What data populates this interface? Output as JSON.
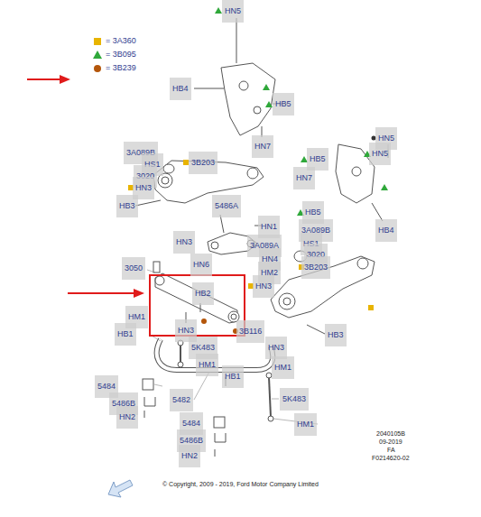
{
  "diagram": {
    "labels": [
      "HN5",
      "HB4",
      "HB5",
      "HN7",
      "3A089B",
      "HS1",
      "3020",
      "3B203",
      "HN5",
      "HN5",
      "HB5",
      "HN7",
      "HN3",
      "HB3",
      "5486A",
      "HB5",
      "HN1",
      "3A089B",
      "HB4",
      "HS1",
      "HN3",
      "3A089A",
      "3020",
      "HN4",
      "HN6",
      "3B203",
      "3050",
      "HM2",
      "HN3",
      "HB2",
      "HM1",
      "HB1",
      "HN3",
      "3B116",
      "HB3",
      "5K483",
      "HN3",
      "HM1",
      "HB1",
      "HM1",
      "5484",
      "5482",
      "5K483",
      "5486B",
      "HN2",
      "5484",
      "HM1",
      "2040105B",
      "09-2019",
      "FA",
      "5486B",
      "F0214620-02",
      "HN2",
      "© Copyright, 2009 - 2019, Ford Motor Company Limited"
    ],
    "legend": [
      {
        "text": "= 3A360",
        "color": "#e8b400"
      },
      {
        "text": "= 3B095",
        "color": "#2fa83a"
      },
      {
        "text": "= 3B239",
        "color": "#b4560a"
      }
    ]
  }
}
